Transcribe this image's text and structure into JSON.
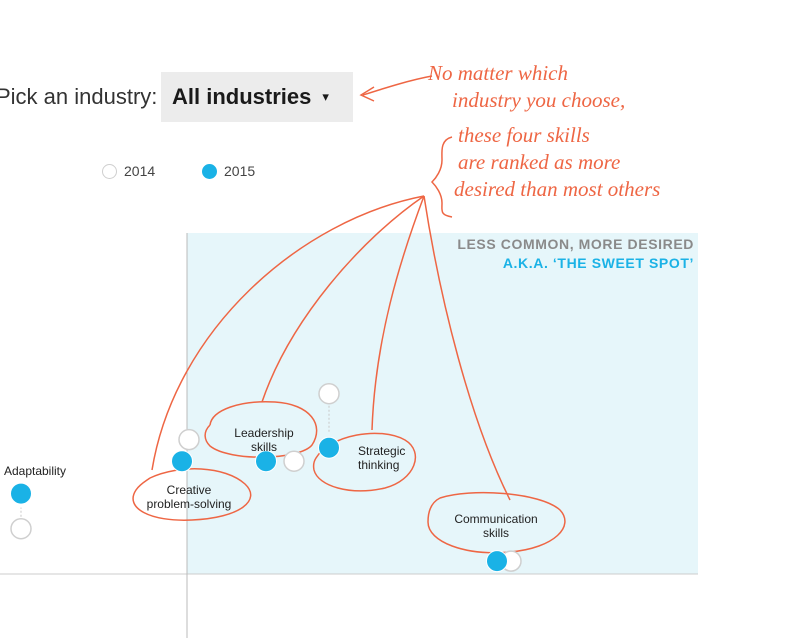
{
  "picker": {
    "label": "Pick an industry:",
    "value": "All industries",
    "caret": "▾"
  },
  "colors": {
    "accent": "#1ab2e6",
    "annotation": "#ee6644",
    "region": "#e6f6fa",
    "open_dot_stroke": "#cfcfcf"
  },
  "legend": [
    {
      "year": "2014",
      "style": "open"
    },
    {
      "year": "2015",
      "style": "filled"
    }
  ],
  "region": {
    "line1": "LESS COMMON, MORE DESIRED",
    "line2": "A.K.A. ‘THE SWEET SPOT’"
  },
  "annotation": {
    "lines": [
      "No matter which",
      "industry you choose,",
      "these four skills",
      "are ranked as more",
      "desired than most others"
    ]
  },
  "chart_data": {
    "type": "scatter",
    "series": [
      {
        "name": "2014"
      },
      {
        "name": "2015"
      }
    ],
    "points": [
      {
        "label": "Adaptability",
        "x_2014": 0.03,
        "y_2014": 0.19,
        "x_2015": 0.03,
        "y_2015": 0.32
      },
      {
        "label": "Creative problem-solving",
        "x_2014": 0.27,
        "y_2014": 0.52,
        "x_2015": 0.26,
        "y_2015": 0.44
      },
      {
        "label": "Leadership skills",
        "x_2014": 0.42,
        "y_2014": 0.44,
        "x_2015": 0.38,
        "y_2015": 0.44
      },
      {
        "label": "Strategic thinking",
        "x_2014": 0.47,
        "y_2014": 0.69,
        "x_2015": 0.47,
        "y_2015": 0.49
      },
      {
        "label": "Communication skills",
        "x_2014": 0.73,
        "y_2014": 0.07,
        "x_2015": 0.71,
        "y_2015": 0.07
      }
    ]
  }
}
